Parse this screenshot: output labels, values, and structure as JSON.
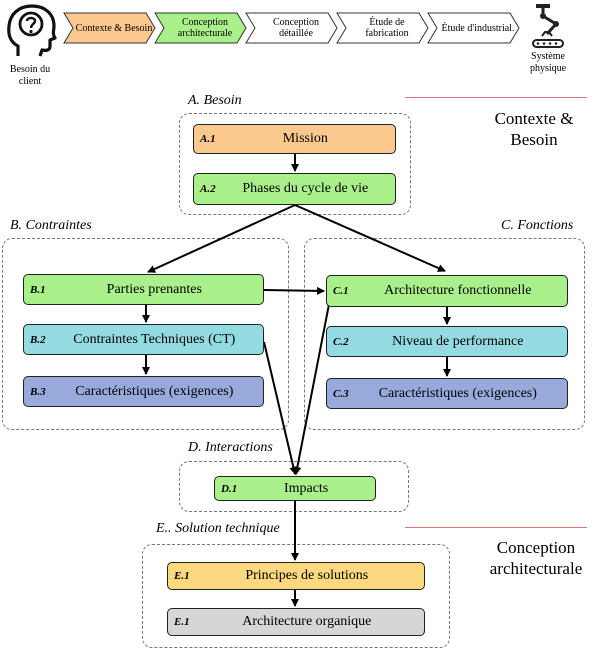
{
  "process": {
    "start_caption": "Besoin du client",
    "end_caption": "Système physique",
    "steps": [
      {
        "label": "Contexte & Besoin",
        "fill": "#fbc88e"
      },
      {
        "label": "Conception architecturale",
        "fill": "#a9f08a"
      },
      {
        "label": "Conception détaillée",
        "fill": "#ffffff"
      },
      {
        "label": "Étude de fabrication",
        "fill": "#ffffff"
      },
      {
        "label": "Étude d'industrial.",
        "fill": "#ffffff"
      }
    ]
  },
  "stages": {
    "contexte": "Contexte & Besoin",
    "conception": "Conception architecturale"
  },
  "groups": {
    "A": {
      "letter": "A.",
      "title": "Besoin"
    },
    "B": {
      "letter": "B.",
      "title": "Contraintes"
    },
    "C": {
      "letter": "C.",
      "title": "Fonctions"
    },
    "D": {
      "letter": "D.",
      "title": "Interactions"
    },
    "E": {
      "letter": "E..",
      "title": "Solution technique"
    }
  },
  "nodes": {
    "A1": {
      "code": "A.1",
      "label": "Mission"
    },
    "A2": {
      "code": "A.2",
      "label": "Phases du cycle de vie"
    },
    "B1": {
      "code": "B.1",
      "label": "Parties prenantes"
    },
    "B2": {
      "code": "B.2",
      "label": "Contraintes Techniques (CT)"
    },
    "B3": {
      "code": "B.3",
      "label": "Caractéristiques (exigences)"
    },
    "C1": {
      "code": "C.1",
      "label": "Architecture fonctionnelle"
    },
    "C2": {
      "code": "C.2",
      "label": "Niveau de performance"
    },
    "C3": {
      "code": "C.3",
      "label": "Caractéristiques (exigences)"
    },
    "D1": {
      "code": "D.1",
      "label": "Impacts"
    },
    "E1a": {
      "code": "E.1",
      "label": "Principes de solutions"
    },
    "E1b": {
      "code": "E.1",
      "label": "Architecture organique"
    }
  },
  "colors": {
    "orange": "#fbc88e",
    "green": "#a9f08a",
    "cyan": "#93dbe0",
    "blue": "#98aadc",
    "yellow": "#fcd97e",
    "grey": "#d6d6d6",
    "divider": "#d97a7a"
  },
  "icons": {
    "start": "head-question-icon",
    "end": "robot-arm-conveyor-icon"
  }
}
